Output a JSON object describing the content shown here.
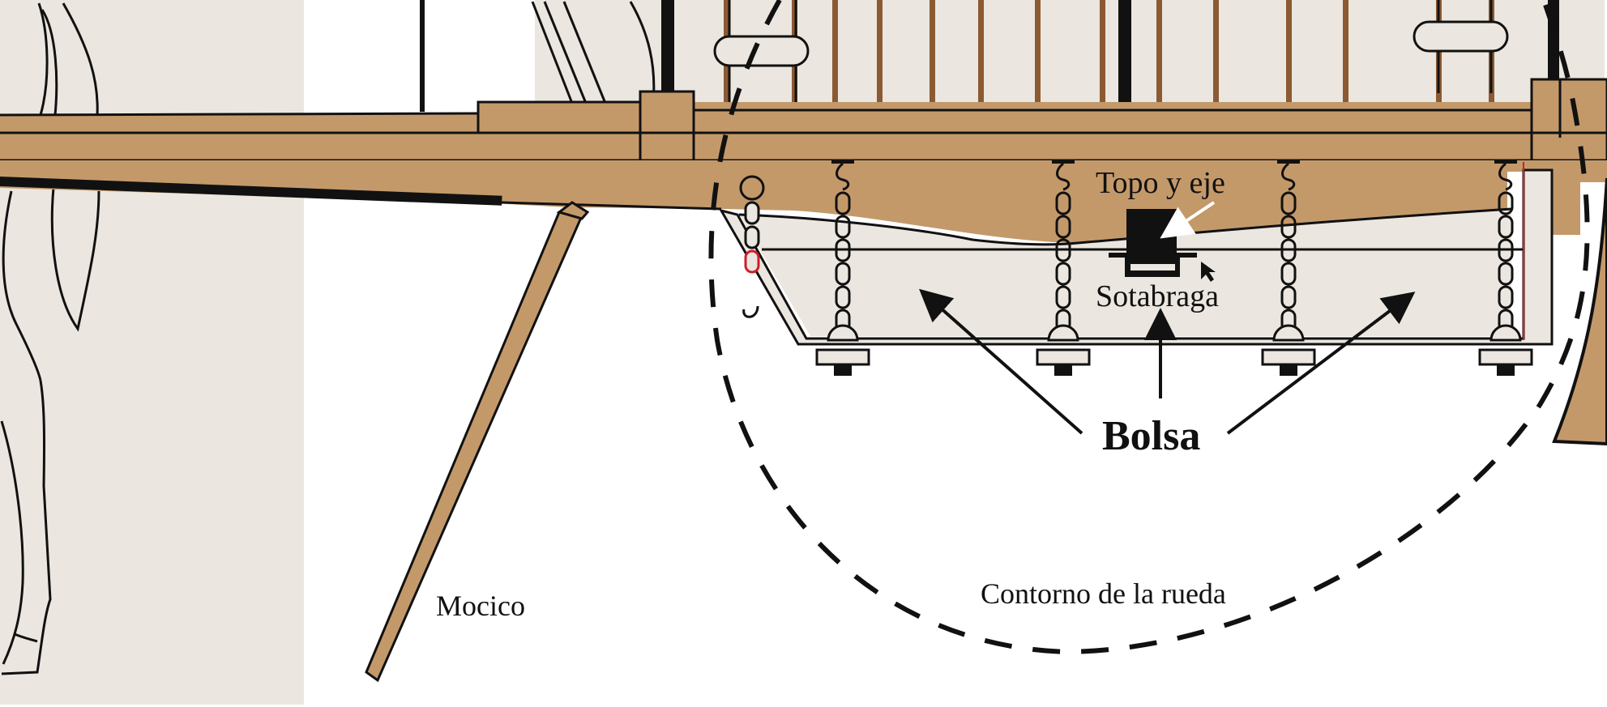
{
  "diagram": {
    "title": "Cart undercarriage detail",
    "labels": {
      "topo_y_eje": "Topo y eje",
      "sotabraga": "Sotabraga",
      "bolsa": "Bolsa",
      "mocico": "Mocico",
      "contorno_rueda": "Contorno de la rueda"
    },
    "colors": {
      "wood": "#c4996a",
      "wood_dark_slat": "#8b5a33",
      "panel_bg": "#ebe6df",
      "outline": "#111111",
      "white": "#ffffff",
      "accent_red": "#cc1f2a"
    },
    "counts": {
      "chains": 5,
      "slats_visible": 13,
      "wheel_outline_style": "dashed"
    }
  }
}
